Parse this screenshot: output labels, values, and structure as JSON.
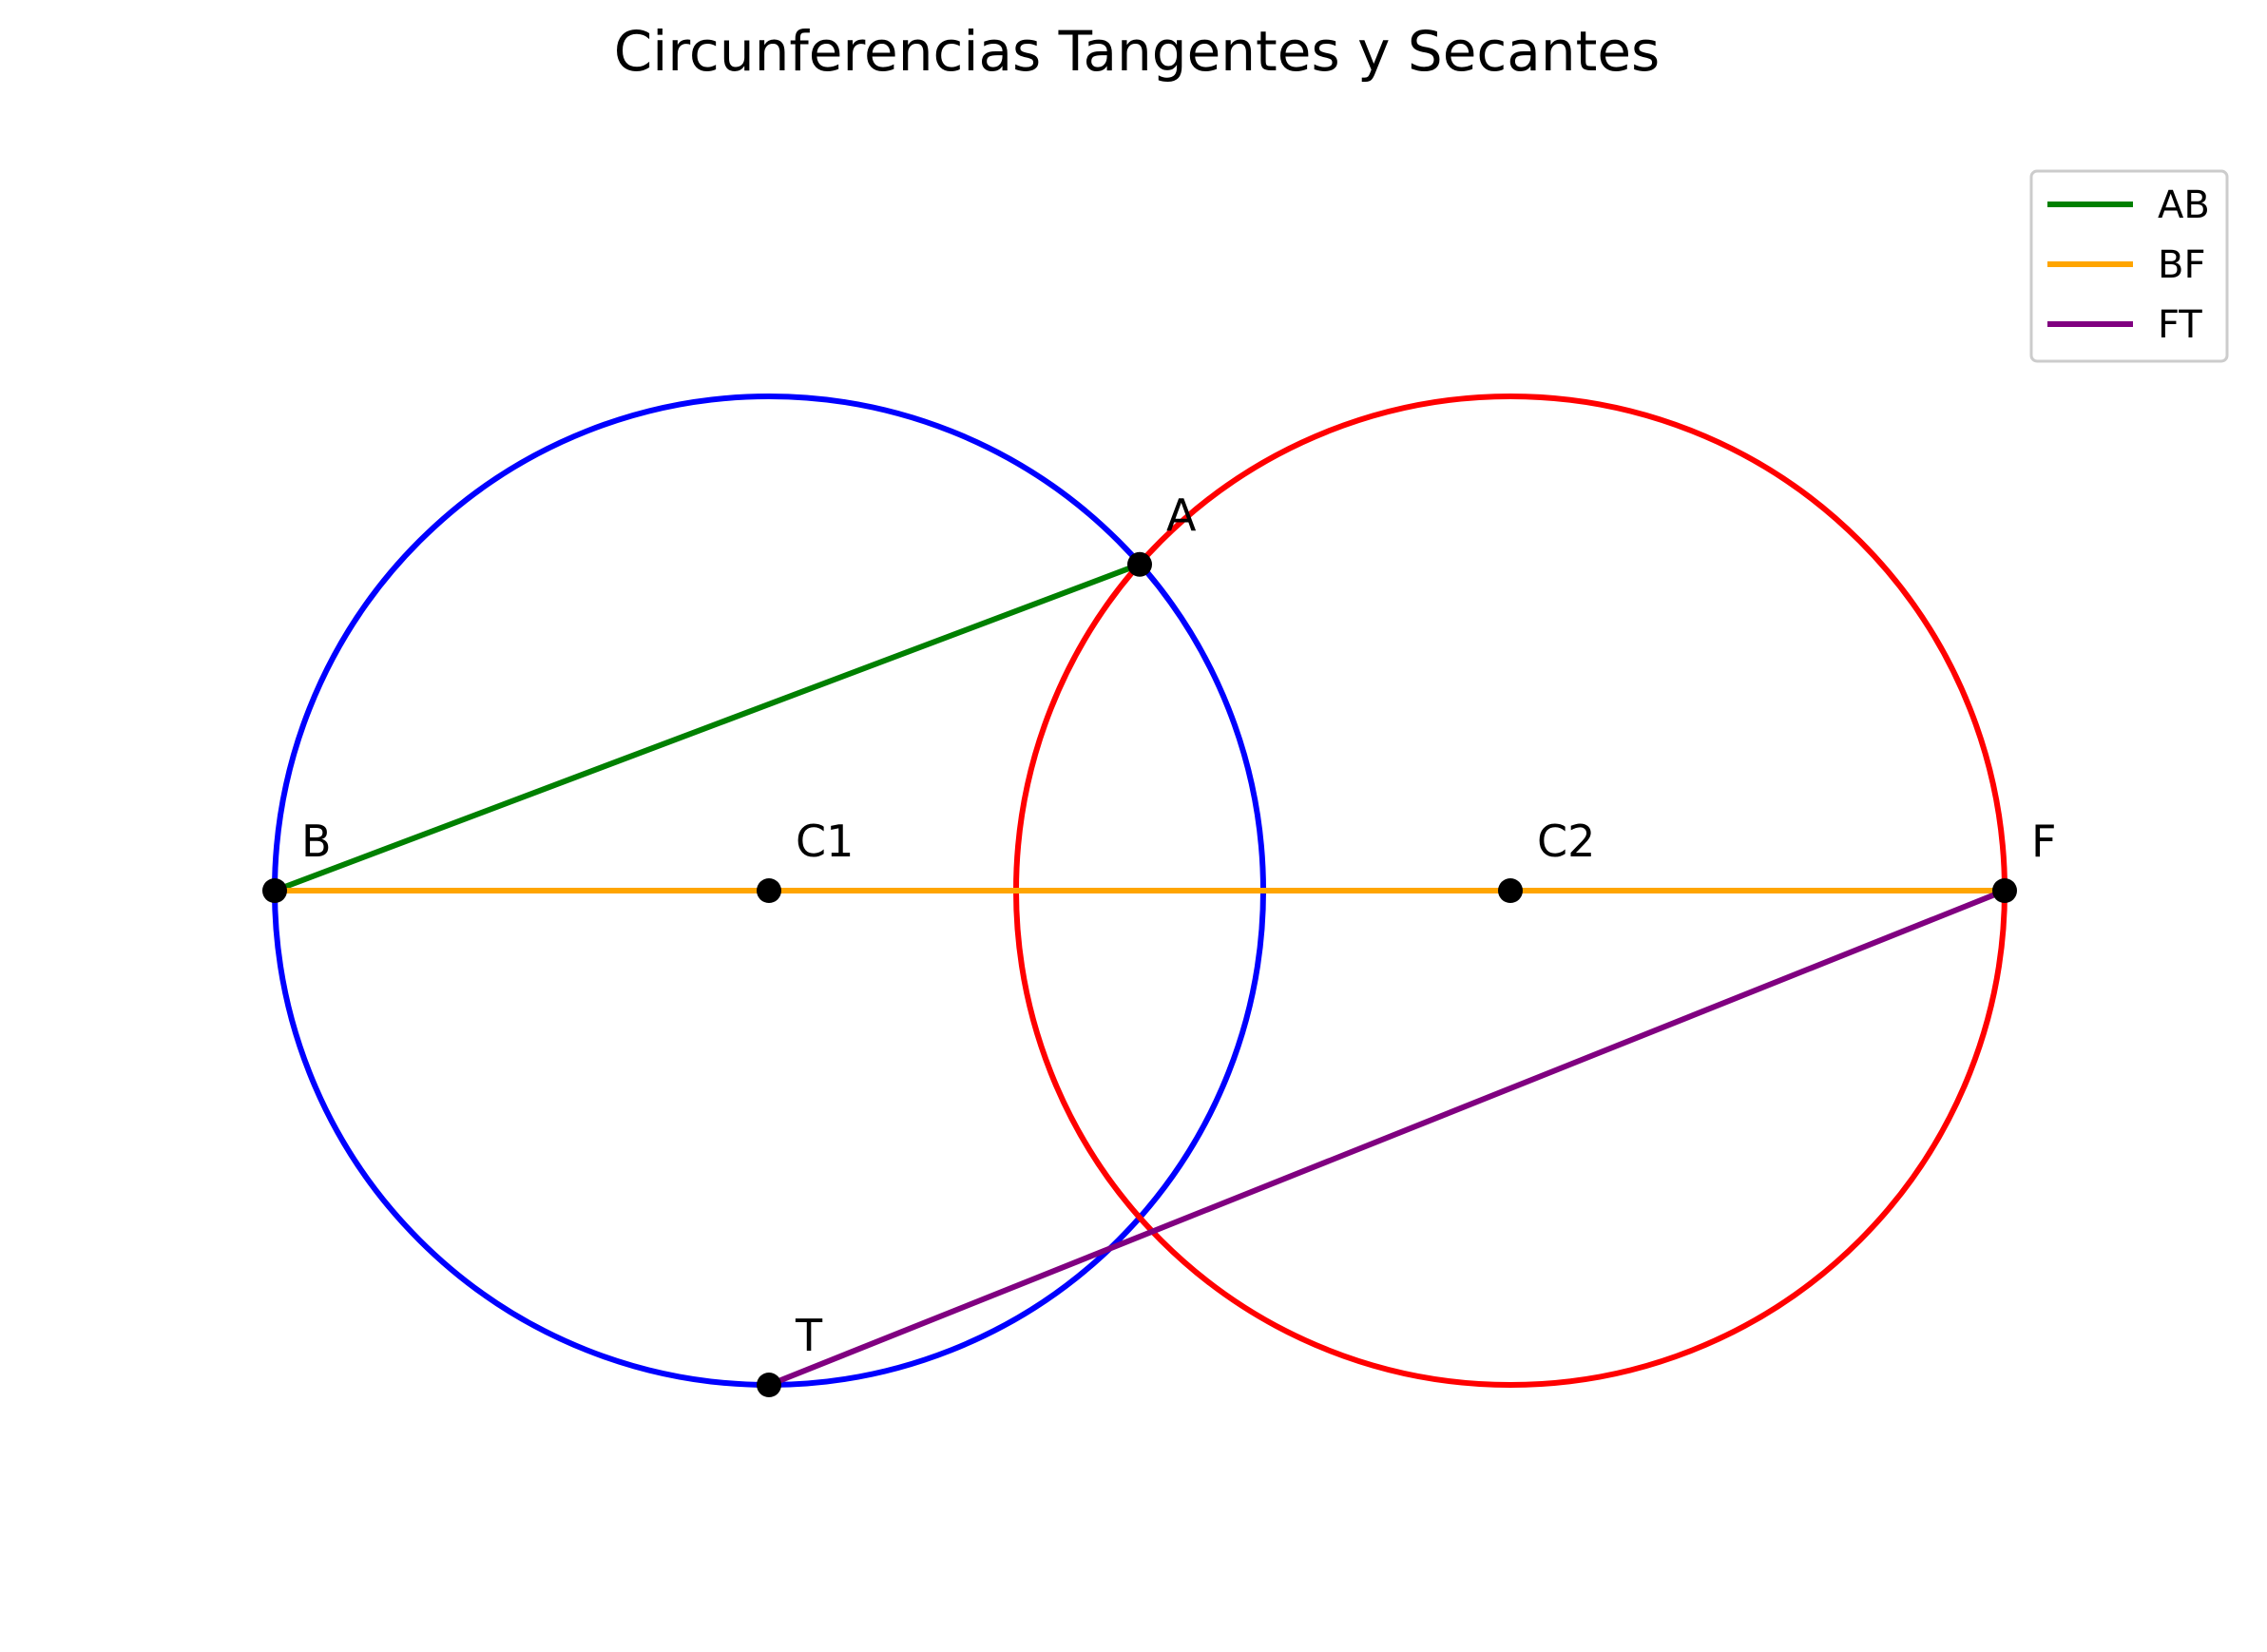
{
  "title": "Circunferencias Tangentes y Secantes",
  "circles": [
    {
      "name": "circle-1",
      "center": [
        0,
        0
      ],
      "r": 2,
      "color": "#0000ff"
    },
    {
      "name": "circle-2",
      "center": [
        3,
        0
      ],
      "r": 2,
      "color": "#ff0000"
    }
  ],
  "points": [
    {
      "id": "A",
      "label": "A",
      "x": 1.5,
      "y": 1.32
    },
    {
      "id": "B",
      "label": "B",
      "x": -2,
      "y": 0
    },
    {
      "id": "C1",
      "label": "C1",
      "x": 0,
      "y": 0
    },
    {
      "id": "C2",
      "label": "C2",
      "x": 3,
      "y": 0
    },
    {
      "id": "F",
      "label": "F",
      "x": 5,
      "y": 0
    },
    {
      "id": "T",
      "label": "T",
      "x": 0,
      "y": -2
    }
  ],
  "segments": [
    {
      "name": "AB",
      "from": "B",
      "to": "A",
      "color": "#008000"
    },
    {
      "name": "BF",
      "from": "B",
      "to": "F",
      "color": "#ffa500"
    },
    {
      "name": "FT",
      "from": "F",
      "to": "T",
      "color": "#800080"
    }
  ],
  "legend": {
    "position": "upper right",
    "items": [
      {
        "label": "AB",
        "color": "#008000"
      },
      {
        "label": "BF",
        "color": "#ffa500"
      },
      {
        "label": "FT",
        "color": "#800080"
      }
    ]
  }
}
